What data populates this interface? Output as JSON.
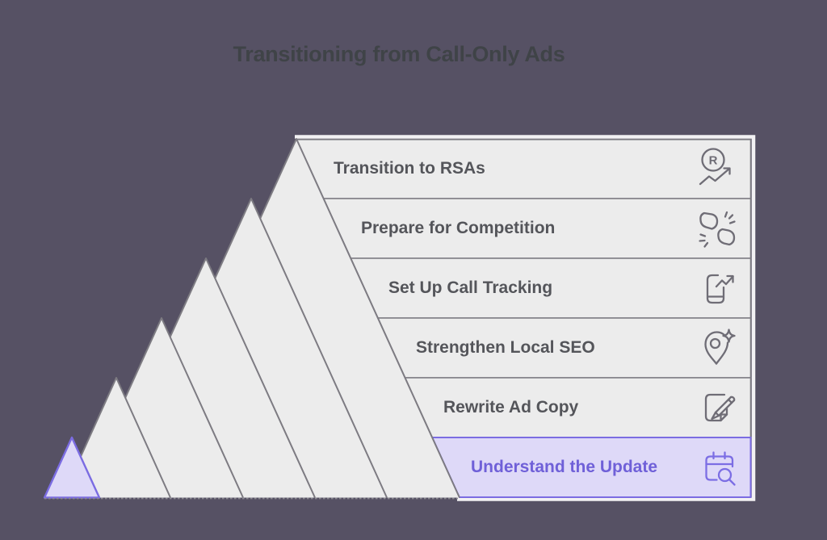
{
  "title": "Transitioning from Call-Only Ads",
  "colors": {
    "background": "#565164",
    "title_text": "#3f4347",
    "band_fill": "#ececec",
    "band_stroke": "#7d7b82",
    "band_text": "#54555a",
    "icon_stroke": "#6f6d76",
    "highlight_fill": "#ded9f8",
    "highlight_stroke": "#7b6ce2",
    "highlight_text": "#6f60d8",
    "highlight_icon": "#7c6ee4"
  },
  "pyramid": {
    "levels": [
      {
        "label": "Transition to RSAs",
        "icon": "rsa-trending-icon",
        "highlighted": false
      },
      {
        "label": "Prepare for Competition",
        "icon": "fist-bump-icon",
        "highlighted": false
      },
      {
        "label": "Set Up Call Tracking",
        "icon": "phone-trending-icon",
        "highlighted": false
      },
      {
        "label": "Strengthen Local SEO",
        "icon": "map-pin-sparkle-icon",
        "highlighted": false
      },
      {
        "label": "Rewrite Ad Copy",
        "icon": "edit-pen-icon",
        "highlighted": false
      },
      {
        "label": "Understand the Update",
        "icon": "calendar-search-icon",
        "highlighted": true
      }
    ]
  }
}
